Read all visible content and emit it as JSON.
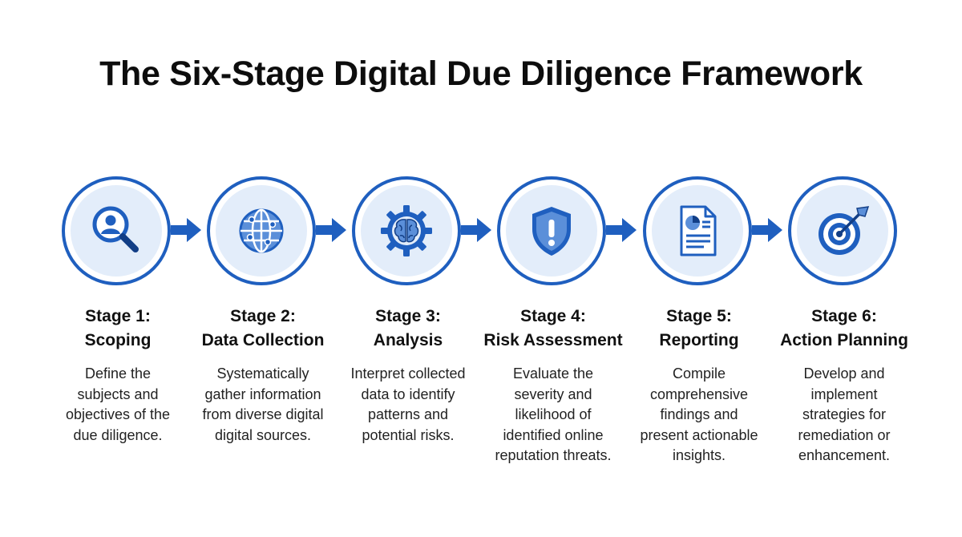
{
  "title": "The Six-Stage Digital Due Diligence Framework",
  "colors": {
    "accent": "#1f5fbf",
    "circle_fill": "#e3edfa",
    "text": "#111111"
  },
  "stages": [
    {
      "label": "Stage 1:",
      "name": "Scoping",
      "icon": "person-search-icon",
      "desc": [
        "Define the",
        "subjects and",
        "objectives of the",
        "due diligence."
      ]
    },
    {
      "label": "Stage 2:",
      "name": "Data Collection",
      "icon": "globe-icon",
      "desc": [
        "Systematically",
        "gather information",
        "from diverse digital",
        "digital sources."
      ]
    },
    {
      "label": "Stage 3:",
      "name": "Analysis",
      "icon": "brain-gear-icon",
      "desc": [
        "Interpret collected",
        "data to identify",
        "patterns and",
        "potential risks."
      ]
    },
    {
      "label": "Stage 4:",
      "name": "Risk Assessment",
      "icon": "shield-alert-icon",
      "desc": [
        "Evaluate the",
        "severity and",
        "likelihood of",
        "identified online",
        "reputation threats."
      ]
    },
    {
      "label": "Stage 5:",
      "name": "Reporting",
      "icon": "report-document-icon",
      "desc": [
        "Compile",
        "comprehensive",
        "findings and",
        "present actionable",
        "insights."
      ]
    },
    {
      "label": "Stage 6:",
      "name": "Action Planning",
      "icon": "target-arrow-icon",
      "desc": [
        "Develop and",
        "implement",
        "strategies for",
        "remediation or",
        "enhancement."
      ]
    }
  ]
}
